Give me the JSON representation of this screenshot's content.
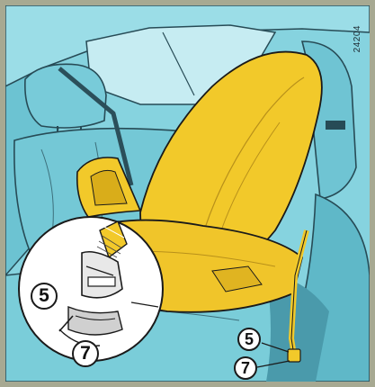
{
  "reference_code": "24204",
  "callouts": {
    "inset_top": "5",
    "inset_bottom": "7",
    "right_top": "5",
    "right_bottom": "7"
  },
  "colors": {
    "frame": "#a7a992",
    "upholstery": "#7fd0dd",
    "child_seat": "#f2c92a",
    "outline": "#1a1a1a"
  }
}
